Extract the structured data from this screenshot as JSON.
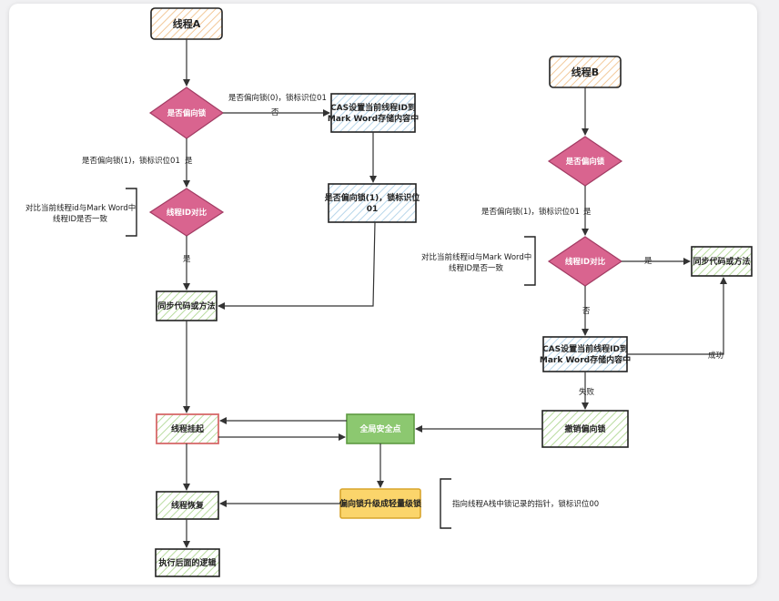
{
  "colors": {
    "diamond": "#d9648f",
    "diamond_stroke": "#a23b63",
    "box_stroke": "#222222",
    "hatch_green": "#b9dca0",
    "hatch_blue": "#b7d6ea",
    "hatch_orange": "#f2c99a",
    "red_stroke": "#d66a6a",
    "safepoint_fill": "#8cc870",
    "safepoint_stroke": "#5e9a42",
    "upgrade_fill": "#fbd56b",
    "upgrade_stroke": "#d8a52c"
  },
  "nodes": {
    "thread_a": "线程A",
    "biased_a": "是否偏向锁",
    "cas_a_1": "CAS设置当前线程ID到",
    "cas_a_2": "Mark Word存储内容中",
    "set_biased_a_1": "是否偏向锁(1)，锁标识位",
    "set_biased_a_2": "01",
    "compare_a": "线程ID对比",
    "sync_a": "同步代码或方法",
    "suspend": "线程挂起",
    "safepoint": "全局安全点",
    "upgrade": "偏向锁升级成轻量级锁",
    "resume": "线程恢复",
    "continue": "执行后面的逻辑",
    "thread_b": "线程B",
    "biased_b": "是否偏向锁",
    "compare_b": "线程ID对比",
    "sync_b": "同步代码或方法",
    "cas_b_1": "CAS设置当前线程ID到",
    "cas_b_2": "Mark Word存储内容中",
    "revoke": "撤销偏向锁"
  },
  "labels": {
    "a_not_biased": "是否偏向锁(0)，锁标识位01",
    "a_no": "否",
    "a_is_biased": "是否偏向锁(1)，锁标识位01",
    "a_yes": "是",
    "a_compare_note_1": "对比当前线程id与Mark Word中",
    "a_compare_note_2": "线程ID是否一致",
    "a_yes2": "是",
    "b_is_biased": "是否偏向锁(1)，锁标识位01",
    "b_yes": "是",
    "b_compare_note_1": "对比当前线程id与Mark Word中",
    "b_compare_note_2": "线程ID是否一致",
    "b_yes2": "是",
    "b_no": "否",
    "b_success": "成功",
    "b_fail": "失败",
    "upgrade_note": "指向线程A栈中锁记录的指针，锁标识位00"
  }
}
